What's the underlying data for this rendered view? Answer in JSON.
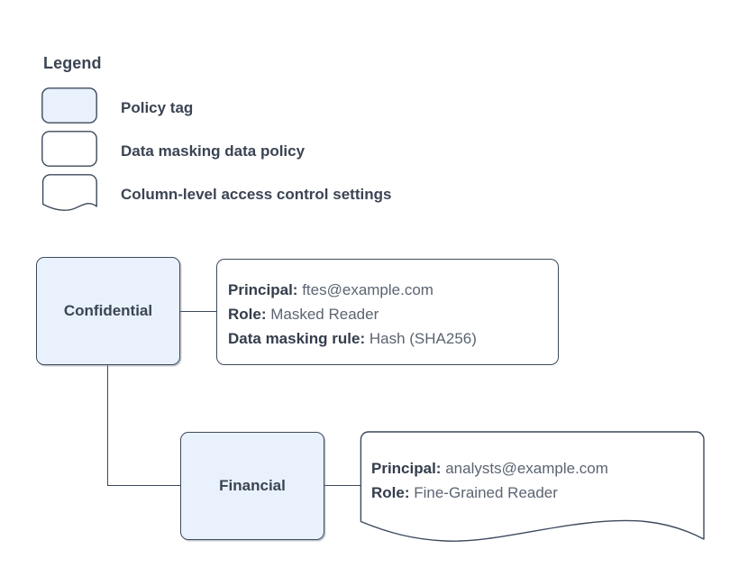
{
  "legend": {
    "title": "Legend",
    "items": [
      {
        "label": "Policy tag",
        "shape": "rounded-rect",
        "fill": "#e9f1fd"
      },
      {
        "label": "Data masking data policy",
        "shape": "rounded-rect",
        "fill": "#ffffff"
      },
      {
        "label": "Column-level access control settings",
        "shape": "wavy-bottom-rect",
        "fill": "#ffffff"
      }
    ]
  },
  "nodes": [
    {
      "id": "confidential",
      "label": "Confidential",
      "fill": "#e9f1fd"
    },
    {
      "id": "financial",
      "label": "Financial",
      "fill": "#e9f1fd"
    }
  ],
  "details": [
    {
      "id": "confidential-policy",
      "shape": "rounded-rect",
      "lines": [
        {
          "label": "Principal:",
          "value": "ftes@example.com"
        },
        {
          "label": "Role:",
          "value": "Masked Reader"
        },
        {
          "label": "Data masking rule:",
          "value": "Hash (SHA256)"
        }
      ]
    },
    {
      "id": "financial-policy",
      "shape": "wavy-bottom-rect",
      "lines": [
        {
          "label": "Principal:",
          "value": "analysts@example.com"
        },
        {
          "label": "Role:",
          "value": "Fine-Grained Reader"
        }
      ]
    }
  ],
  "colors": {
    "stroke": "#3d4a5c",
    "node_fill": "#e9f1fd",
    "box_fill": "#ffffff",
    "text_bold": "#343d4c",
    "text_value": "#5b6472",
    "background": "#ffffff"
  }
}
